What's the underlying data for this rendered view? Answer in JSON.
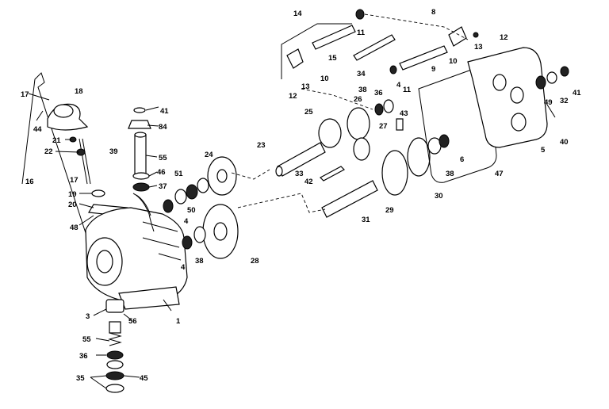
{
  "diagram": {
    "callouts": [
      "1",
      "3",
      "4",
      "4",
      "4",
      "5",
      "6",
      "8",
      "9",
      "10",
      "10",
      "11",
      "11",
      "12",
      "12",
      "13",
      "13",
      "14",
      "15",
      "16",
      "17",
      "17",
      "18",
      "19",
      "20",
      "21",
      "22",
      "23",
      "24",
      "25",
      "26",
      "27",
      "28",
      "29",
      "30",
      "31",
      "32",
      "33",
      "34",
      "35",
      "36",
      "36",
      "37",
      "38",
      "38",
      "38",
      "39",
      "40",
      "41",
      "41",
      "42",
      "43",
      "44",
      "45",
      "46",
      "47",
      "48",
      "49",
      "50",
      "51",
      "55",
      "55",
      "56",
      "84"
    ]
  }
}
